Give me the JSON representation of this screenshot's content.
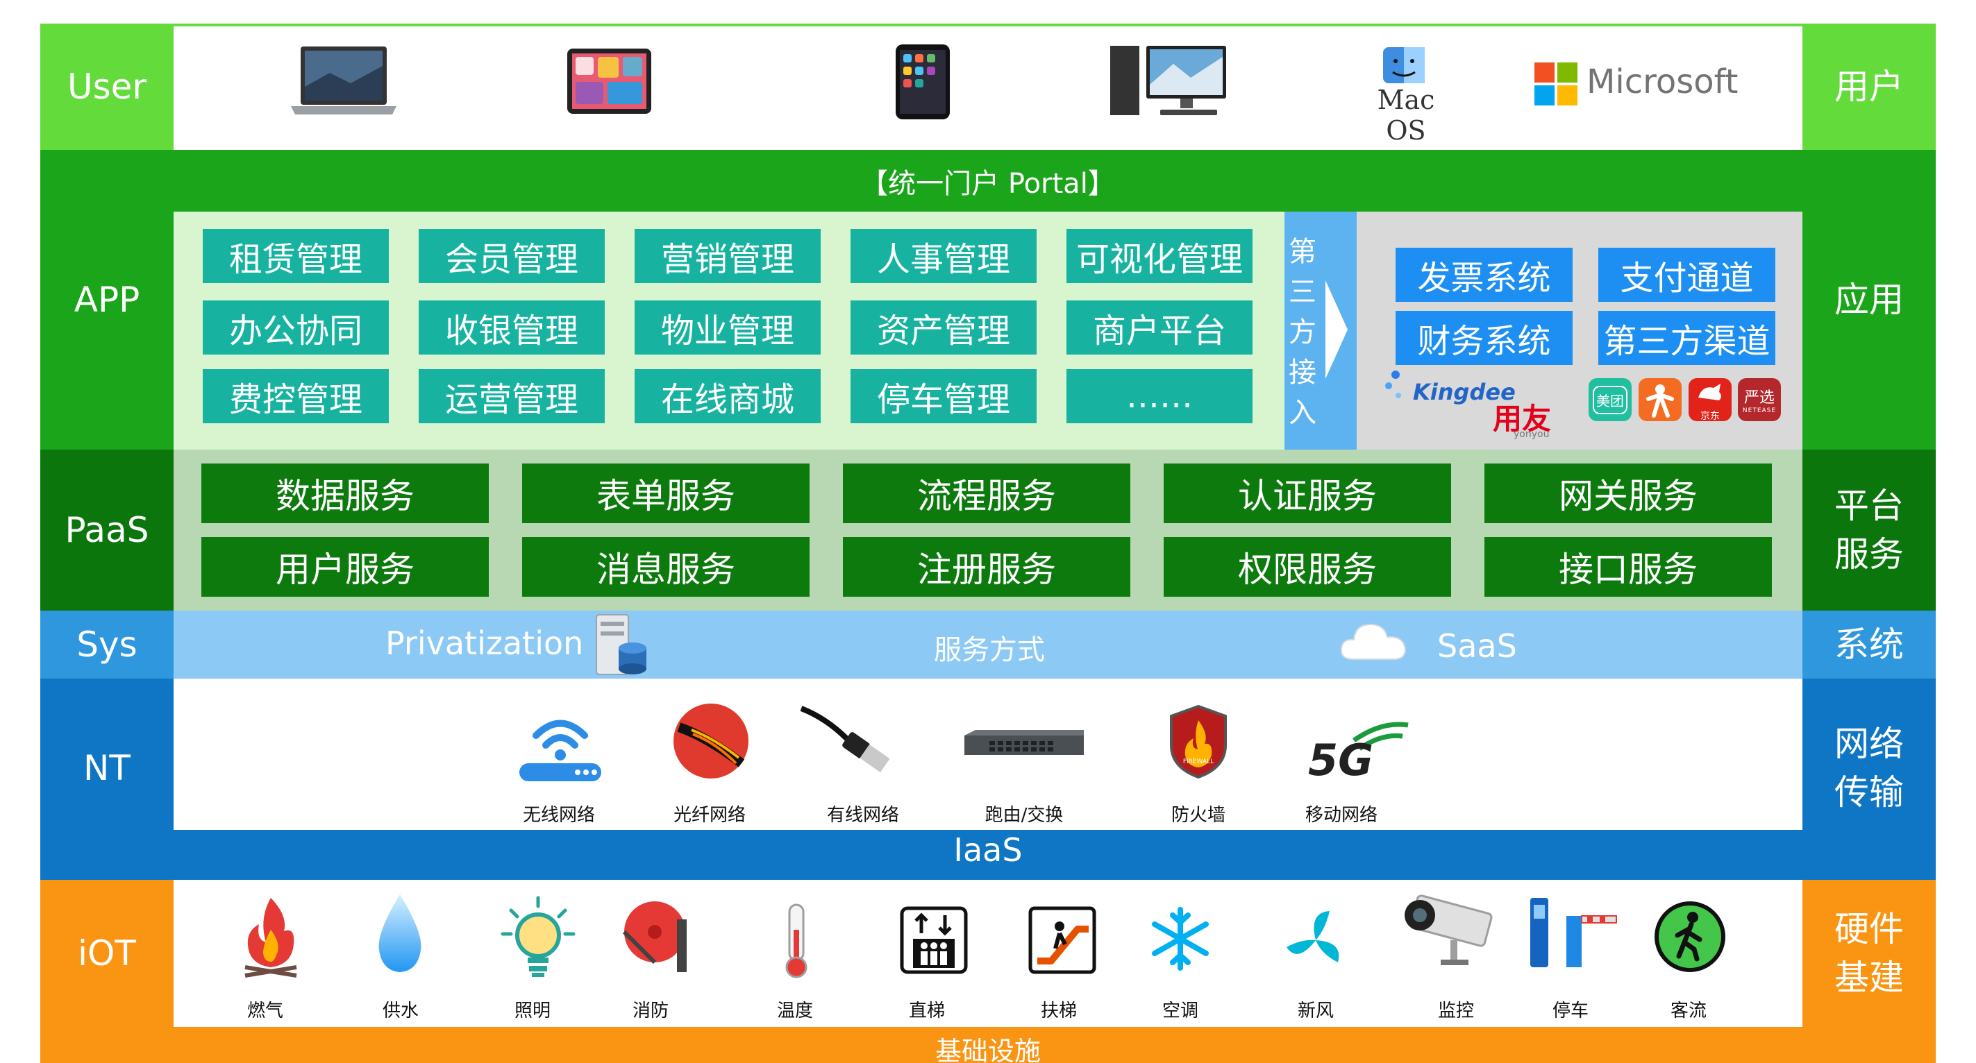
{
  "layers": {
    "user": {
      "left": "User",
      "right": "用户"
    },
    "app": {
      "left": "APP",
      "right": "应用"
    },
    "paas": {
      "left": "PaaS",
      "right": "平台\n服务"
    },
    "sys": {
      "left": "Sys",
      "right": "系统"
    },
    "nt": {
      "left": "NT",
      "right": "网络\n传输"
    },
    "iot": {
      "left": "iOT",
      "right": "硬件\n基建"
    }
  },
  "devices": {
    "macos": "Mac OS",
    "microsoft": "Microsoft"
  },
  "portal": "【统一门户 Portal】",
  "app_modules": [
    "租赁管理",
    "会员管理",
    "营销管理",
    "人事管理",
    "可视化管理",
    "办公协同",
    "收银管理",
    "物业管理",
    "资产管理",
    "商户平台",
    "费控管理",
    "运营管理",
    "在线商城",
    "停车管理",
    "……"
  ],
  "third_party": {
    "label": [
      "第",
      "三",
      "方",
      "接",
      "入"
    ],
    "systems": [
      "发票系统",
      "支付通道",
      "财务系统",
      "第三方渠道"
    ],
    "logos": {
      "kingdee": "Kingdee",
      "yonyou": "用友",
      "yonyou_sub": "yonyou",
      "meituan": "美团",
      "jd": "京东",
      "yanxuan": "严选",
      "netease": "NETEASE"
    }
  },
  "paas_services": [
    "数据服务",
    "表单服务",
    "流程服务",
    "认证服务",
    "网关服务",
    "用户服务",
    "消息服务",
    "注册服务",
    "权限服务",
    "接口服务"
  ],
  "sys": {
    "privatization": "Privatization",
    "mode": "服务方式",
    "saas": "SaaS"
  },
  "network": [
    {
      "label": "无线网络",
      "icon": "wifi-router-icon"
    },
    {
      "label": "光纤网络",
      "icon": "fiber-cable-icon"
    },
    {
      "label": "有线网络",
      "icon": "ethernet-cable-icon"
    },
    {
      "label": "跑由/交换",
      "icon": "network-switch-icon"
    },
    {
      "label": "防火墙",
      "icon": "firewall-icon"
    },
    {
      "label": "移动网络",
      "icon": "5g-icon"
    }
  ],
  "network_5g": "5G",
  "firewall_text": "FIREWALL",
  "iaas": "IaaS",
  "iot_items": [
    "燃气",
    "供水",
    "照明",
    "消防",
    "温度",
    "直梯",
    "扶梯",
    "空调",
    "新风",
    "监控",
    "停车",
    "客流"
  ],
  "infra": "基础设施",
  "colors": {
    "user_green": "#63db3b",
    "app_green": "#1aa51a",
    "paas_green": "#0b760b",
    "sys_blue": "#3fa7ea",
    "nt_blue": "#0e76c5",
    "iot_orange": "#fa9413",
    "module_teal": "#17b3a0",
    "service_green": "#0d7a0d",
    "tp_blue": "#1d8ff2"
  }
}
